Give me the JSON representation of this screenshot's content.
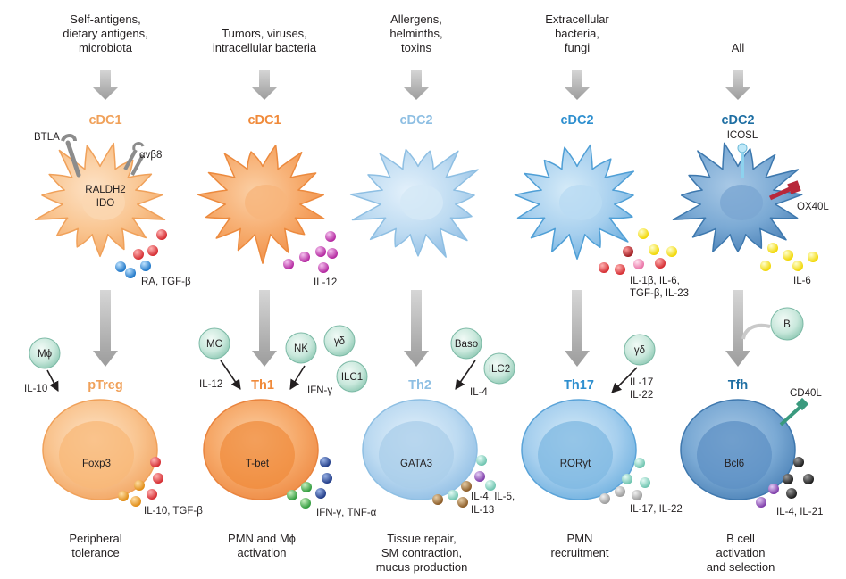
{
  "stimuli": {
    "col1": [
      "Self-antigens,",
      "dietary antigens,",
      "microbiota"
    ],
    "col2": [
      "Tumors, viruses,",
      "intracellular bacteria"
    ],
    "col3": [
      "Allergens,",
      "helminths,",
      "toxins"
    ],
    "col4": [
      "Extracellular",
      "bacteria,",
      "fungi"
    ],
    "col5": [
      "All"
    ]
  },
  "dc_labels": [
    "cDC1",
    "cDC1",
    "cDC2",
    "cDC2",
    "cDC2"
  ],
  "dc_markers": {
    "btla": "BTLA",
    "integrin": "αvβ8",
    "raldh2": "RALDH2",
    "ido": "IDO",
    "icosl": "ICOSL",
    "ox40l": "OX40L"
  },
  "dc_secreted": {
    "col1": "RA, TGF-β",
    "col2": "IL-12",
    "col4": [
      "IL-1β, IL-6,",
      "TGF-β, IL-23"
    ],
    "col5": "IL-6"
  },
  "helper_cells": {
    "mphi": "Mϕ",
    "mc": "MC",
    "nk": "NK",
    "gd": "γδ",
    "ilc1": "ILC1",
    "baso": "Baso",
    "ilc2": "ILC2",
    "gd2": "γδ",
    "b": "B"
  },
  "helper_signals": {
    "il10": "IL-10",
    "il12": "IL-12",
    "ifng": "IFN-γ",
    "il4": "IL-4",
    "il17": "IL-17",
    "il22": "IL-22"
  },
  "tcell_labels": [
    "pTreg",
    "Th1",
    "Th2",
    "Th17",
    "Tfh"
  ],
  "transcription_factors": [
    "Foxp3",
    "T-bet",
    "GATA3",
    "RORγt",
    "Bcl6"
  ],
  "cd40l": "CD40L",
  "tcell_secreted": {
    "col1": "IL-10, TGF-β",
    "col2": "IFN-γ, TNF-α",
    "col3": [
      "IL-4, IL-5,",
      "IL-13"
    ],
    "col4": "IL-17, IL-22",
    "col5": "IL-4, IL-21"
  },
  "outcomes": {
    "col1": [
      "Peripheral",
      "tolerance"
    ],
    "col2": [
      "PMN and Mϕ",
      "activation"
    ],
    "col3": [
      "Tissue repair,",
      "SM contraction,",
      "mucus production"
    ],
    "col4": [
      "PMN",
      "recruitment"
    ],
    "col5": [
      "B cell",
      "activation",
      "and selection"
    ]
  },
  "colors": {
    "cdc1": "#f0a15a",
    "cdc2_light": "#8ebfe3",
    "cdc2_mid": "#3d97cf",
    "cdc2_dark": "#1f6fa3",
    "text": "#231f20"
  }
}
